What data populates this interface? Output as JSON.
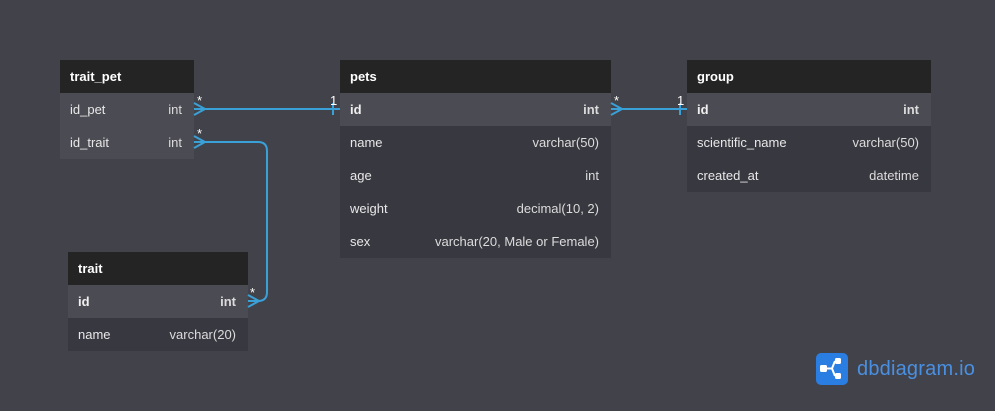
{
  "tables": {
    "trait_pet": {
      "title": "trait_pet",
      "fields": [
        {
          "name": "id_pet",
          "type": "int"
        },
        {
          "name": "id_trait",
          "type": "int"
        }
      ]
    },
    "pets": {
      "title": "pets",
      "fields": [
        {
          "name": "id",
          "type": "int"
        },
        {
          "name": "name",
          "type": "varchar(50)"
        },
        {
          "name": "age",
          "type": "int"
        },
        {
          "name": "weight",
          "type": "decimal(10, 2)"
        },
        {
          "name": "sex",
          "type": "varchar(20, Male or Female)"
        }
      ]
    },
    "group": {
      "title": "group",
      "fields": [
        {
          "name": "id",
          "type": "int"
        },
        {
          "name": "scientific_name",
          "type": "varchar(50)"
        },
        {
          "name": "created_at",
          "type": "datetime"
        }
      ]
    },
    "trait": {
      "title": "trait",
      "fields": [
        {
          "name": "id",
          "type": "int"
        },
        {
          "name": "name",
          "type": "varchar(20)"
        }
      ]
    }
  },
  "relations": [
    {
      "from": "trait_pet.id_pet",
      "to": "pets.id",
      "from_card": "*",
      "to_card": "1"
    },
    {
      "from": "pets.id",
      "to": "group.id",
      "from_card": "*",
      "to_card": "1"
    },
    {
      "from": "trait_pet.id_trait",
      "to": "trait.id",
      "from_card": "*",
      "to_card": "*"
    }
  ],
  "logo": {
    "brand": "dbdiagram",
    "suffix": ".io"
  },
  "colors": {
    "background": "#42424a",
    "header": "#242424",
    "link": "#3aa0d8",
    "brand": "#2a7de1"
  }
}
